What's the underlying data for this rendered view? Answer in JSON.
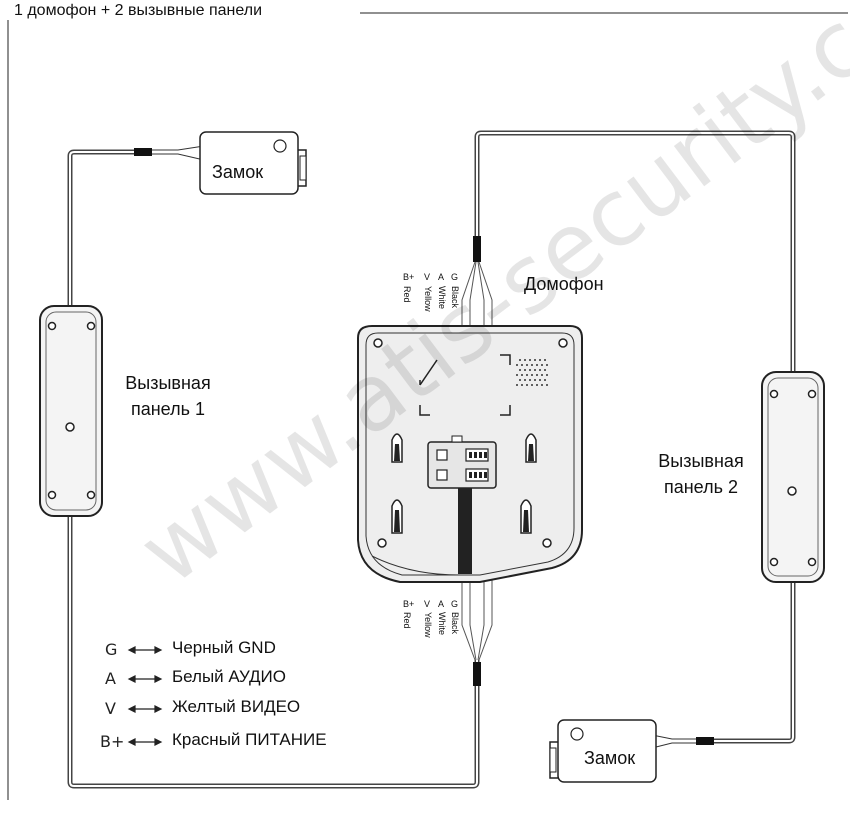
{
  "diagram": {
    "frame_title": "1 домофон + 2 вызывные панели",
    "monitor_label": "Домофон",
    "panel1_label_line1": "Вызывная",
    "panel1_label_line2": "панель 1",
    "panel2_label_line1": "Вызывная",
    "panel2_label_line2": "панель 2",
    "lock_label": "Замок",
    "wire_codes": [
      "B+",
      "V",
      "A",
      "G"
    ],
    "wire_colors": [
      "Red",
      "Yellow",
      "White",
      "Black"
    ],
    "legend": [
      {
        "letter": "G",
        "text": "Черный GND"
      },
      {
        "letter": "A",
        "text": "Белый АУДИО"
      },
      {
        "letter": "V",
        "text": "Желтый ВИДЕО"
      },
      {
        "letter": "B+",
        "text": "Красный ПИТАНИЕ"
      }
    ],
    "watermark": "www.atis-security.com"
  },
  "colors": {
    "line": "#1a1a1a",
    "cable": "#555555",
    "panel_fill": "#f2f2f2"
  }
}
